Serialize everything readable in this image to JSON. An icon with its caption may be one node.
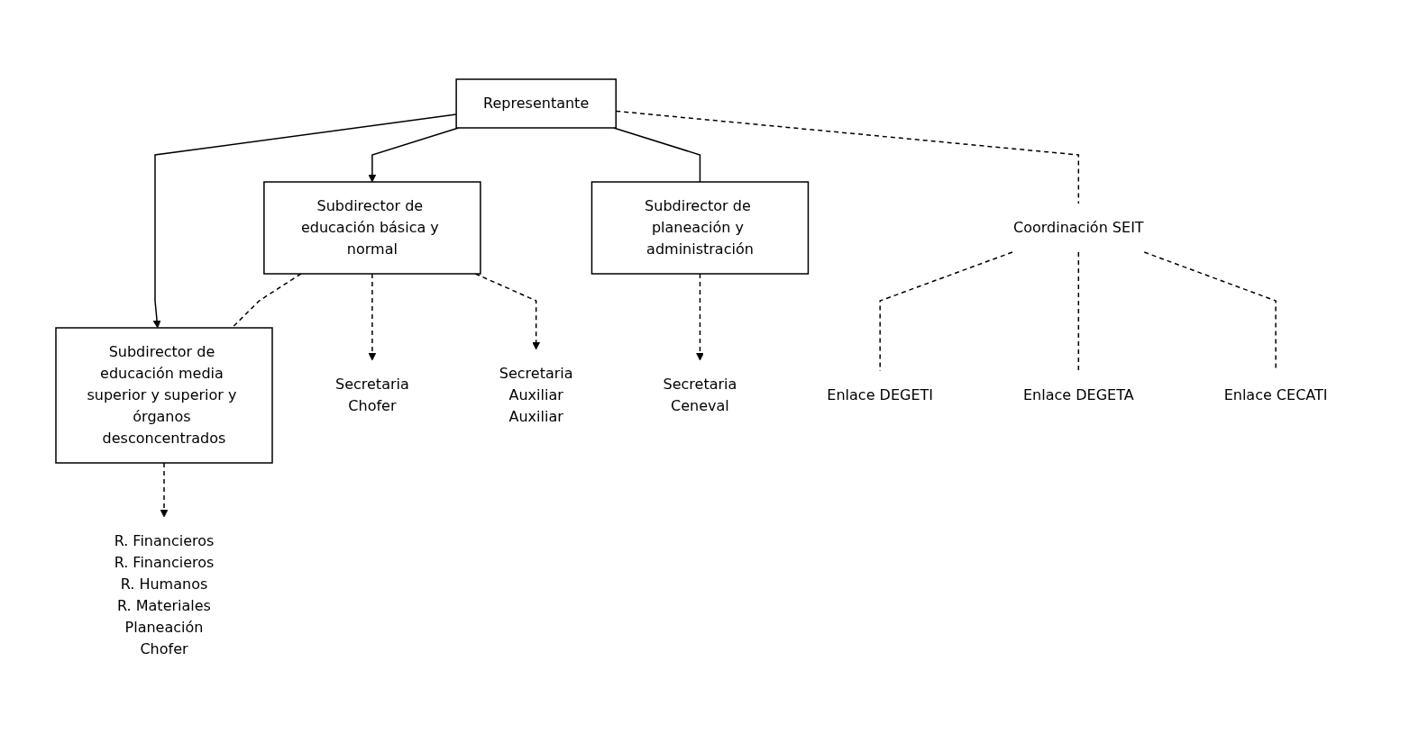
{
  "diagram": {
    "nodes": [
      {
        "text": [
          "Representante"
        ]
      },
      {
        "text": [
          "Subdirector de educación básica y normal"
        ]
      },
      {
        "text": [
          "Subdirector de educación media superior y superior y órganos desconcentrados"
        ]
      },
      {
        "text": [
          "Subdirector de planeación y administración"
        ]
      },
      {
        "text": [
          "Coordinación SEIT"
        ]
      },
      {
        "text": [
          "Secretaria",
          "Chofer"
        ]
      },
      {
        "text": [
          "Secretaria",
          "Auxiliar",
          "Auxiliar"
        ]
      },
      {
        "text": [
          "R. Financieros",
          "R. Financieros",
          "R. Humanos",
          "R. Materiales",
          "Planeación",
          "Chofer"
        ]
      },
      {
        "text": [
          "Secretaria",
          "Ceneval"
        ]
      },
      {
        "text": [
          "Enlace DEGETI"
        ]
      },
      {
        "text": [
          "Enlace DEGETA"
        ]
      },
      {
        "text": [
          "Enlace CECATI"
        ]
      }
    ],
    "edges": [
      {
        "from": 0,
        "to": 1,
        "arrow": "to"
      },
      {
        "from": 0,
        "to": 2,
        "arrow": "to"
      },
      {
        "from": 0,
        "to": 3,
        "arrow": "none"
      },
      {
        "from": 0,
        "to": 4,
        "arrow": "none",
        "style": "dashed"
      },
      {
        "from": 1,
        "to": 5,
        "arrow": "to",
        "style": "dashed"
      },
      {
        "from": 1,
        "to": 2,
        "arrow": "none",
        "style": "dashed"
      },
      {
        "from": 1,
        "to": 6,
        "arrow": "to",
        "style": "dashed"
      },
      {
        "from": 2,
        "to": 7,
        "arrow": "to",
        "style": "dashed"
      },
      {
        "from": 3,
        "to": 8,
        "arrow": "to",
        "style": "dashed"
      },
      {
        "from": 4,
        "to": 9,
        "arrow": "none",
        "style": "dashed"
      },
      {
        "from": 4,
        "to": 10,
        "arrow": "none",
        "style": "dashed"
      },
      {
        "from": 4,
        "to": 11,
        "arrow": "none",
        "style": "dashed"
      }
    ]
  }
}
